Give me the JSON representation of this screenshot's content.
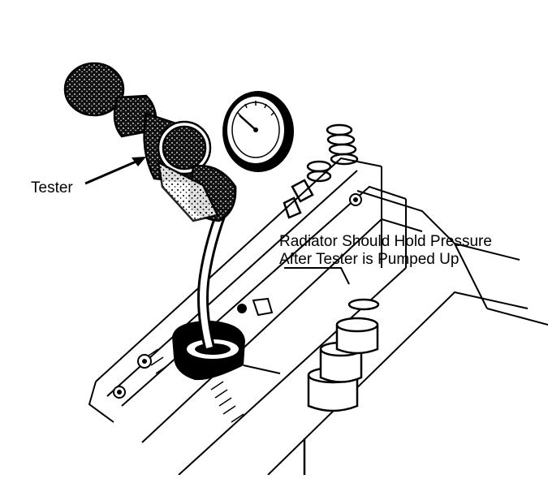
{
  "labels": {
    "tester": "Tester",
    "radiator_line1": "Radiator Should Hold Pressure",
    "radiator_line2": "After Tester is Pumped Up"
  },
  "colors": {
    "ink": "#000000",
    "paper": "#ffffff"
  }
}
